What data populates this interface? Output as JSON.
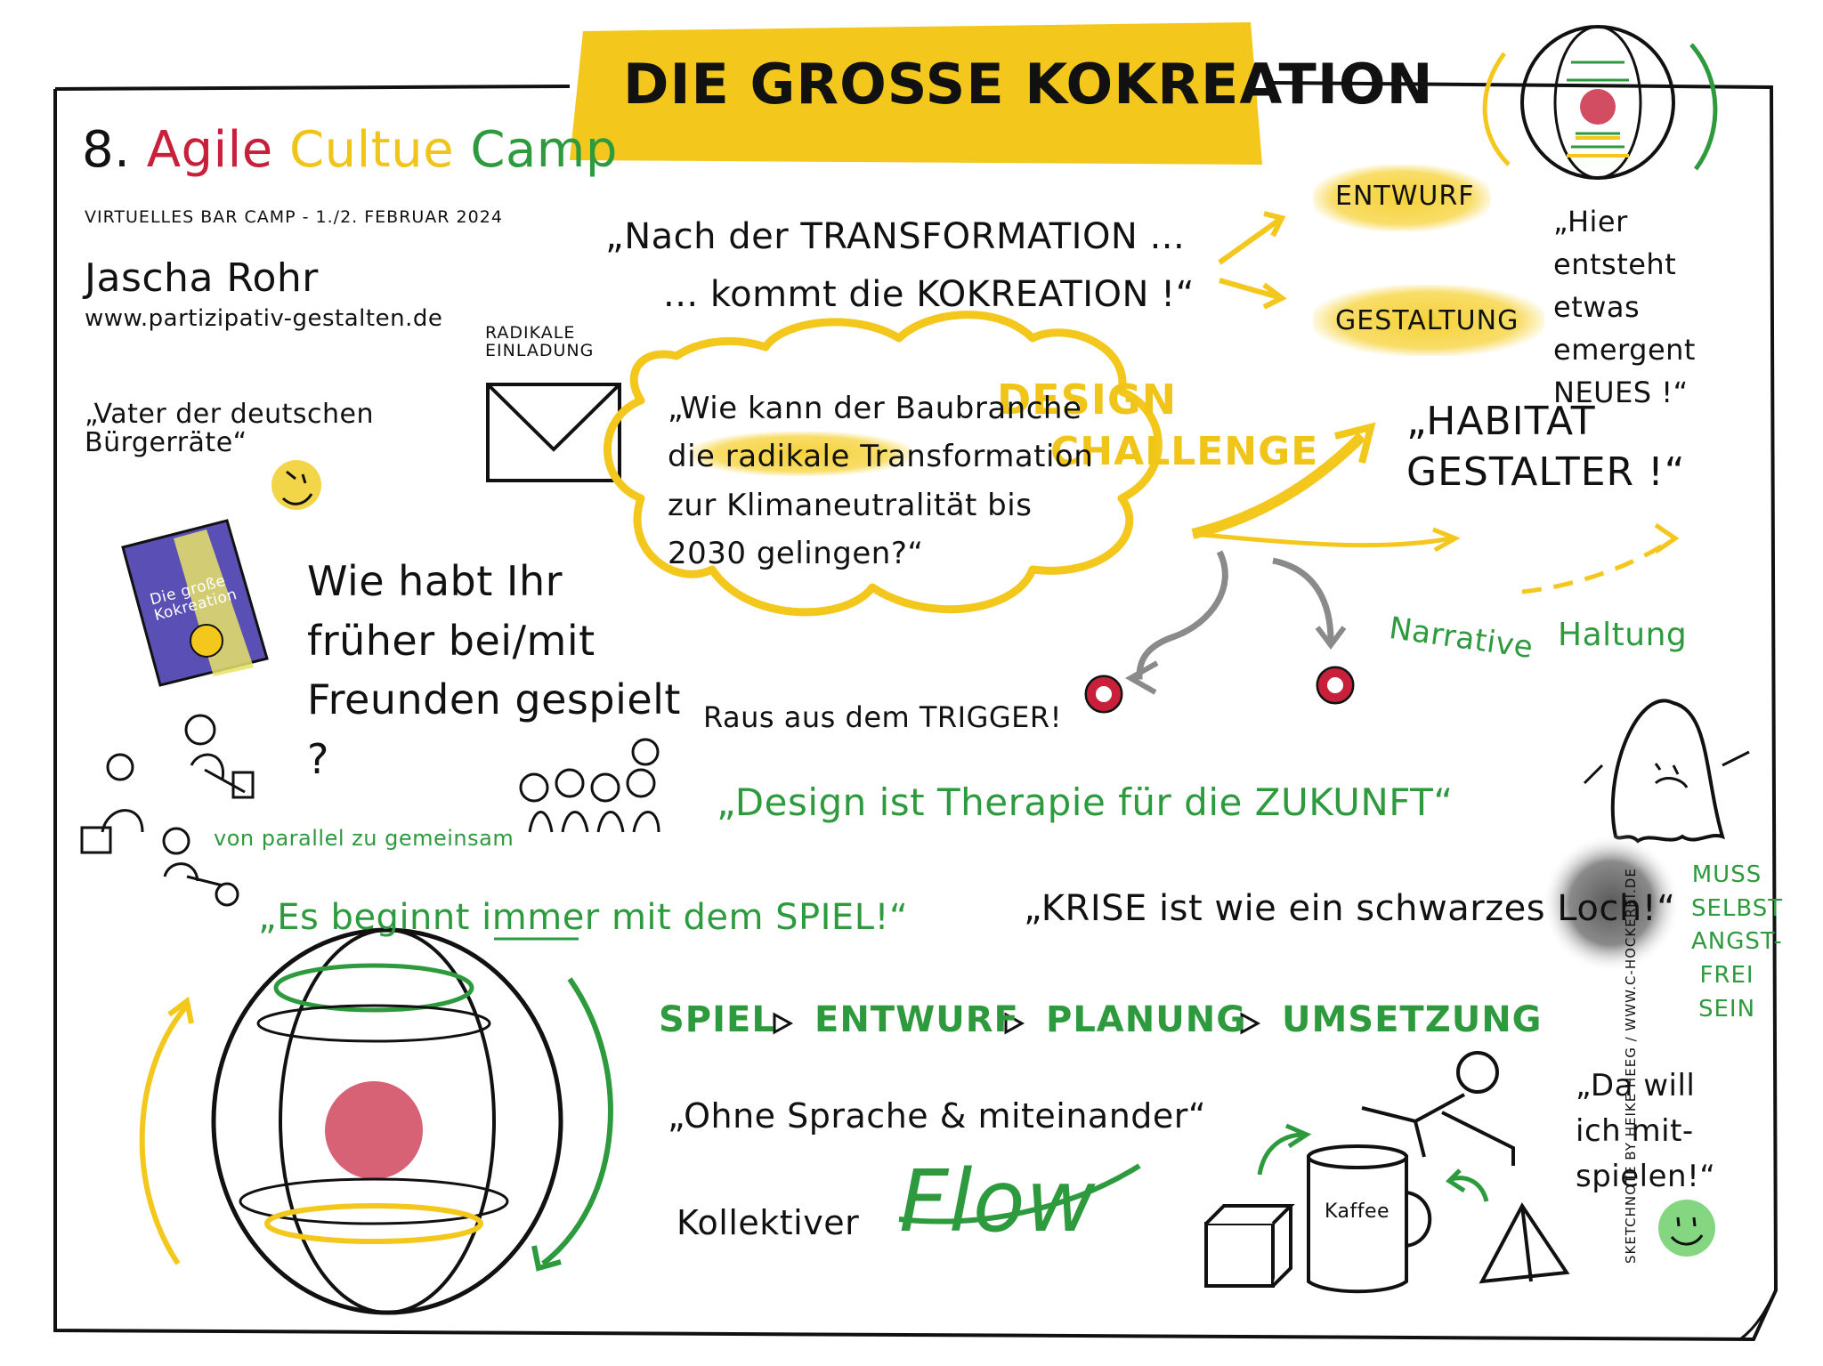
{
  "colors": {
    "ink": "#111111",
    "yellow": "#f3c71c",
    "green": "#2e9a3e",
    "red": "#c8203b",
    "grey": "#8a8a8a"
  },
  "title_banner": "DIE GROßE KOKREATION",
  "event": {
    "number": "8.",
    "name_a": "Agile",
    "name_b": "Cultue",
    "name_c": "Camp",
    "subtitle": "VIRTUELLES BAR CAMP - 1./2. FEBRUAR 2024"
  },
  "speaker": {
    "name": "Jascha Rohr",
    "website": "www.partizipativ-gestalten.de"
  },
  "quotes": {
    "vater": "„Vater der deutschen Bürgerräte“",
    "transformation_1": "„Nach der TRANSFORMATION ...",
    "transformation_2": "... kommt die KOKREATION !“",
    "entwurf": "ENTWURF",
    "gestaltung": "GESTALTUNG",
    "emergent": "„Hier entsteht etwas emergent NEUES !“",
    "radikale": "RADIKALE EINLADUNG",
    "design": "DESIGN",
    "challenge": "CHALLENGE",
    "habitat": "„HABITAT GESTALTER !“",
    "cloud": "„Wie kann der Baubranche die radikale Transformation zur Klimaneutralität bis 2030 gelingen?“",
    "baubranche": "Baubranche",
    "book": "Die große Kokreation",
    "wie_habt": "Wie habt Ihr früher bei/mit Freunden gespielt ?",
    "narrative": "Narrative",
    "haltung": "Haltung",
    "trigger": "Raus aus dem TRIGGER!",
    "parallel": "von parallel zu gemeinsam",
    "therapie": "„Design ist Therapie für die ZUKUNFT“",
    "spiel": "„Es beginnt immer mit dem SPIEL!“",
    "krise": "„KRISE ist wie ein schwarzes Loch!“",
    "muss": "MUSS SELBST ANGST-FREI SEIN",
    "steps": [
      "SPIEL",
      "ENTWURF",
      "PLANUNG",
      "UMSETZUNG"
    ],
    "ohne": "„Ohne Sprache & miteinander“",
    "kollektiver": "Kollektiver",
    "flow": "Flow",
    "kaffee": "Kaffee",
    "mitspielen": "„Da will ich mit-spielen!“",
    "credit": "SKETCHNOTE BY HEIKE HEEG / WWW.C-HOCKEREI.DE"
  }
}
